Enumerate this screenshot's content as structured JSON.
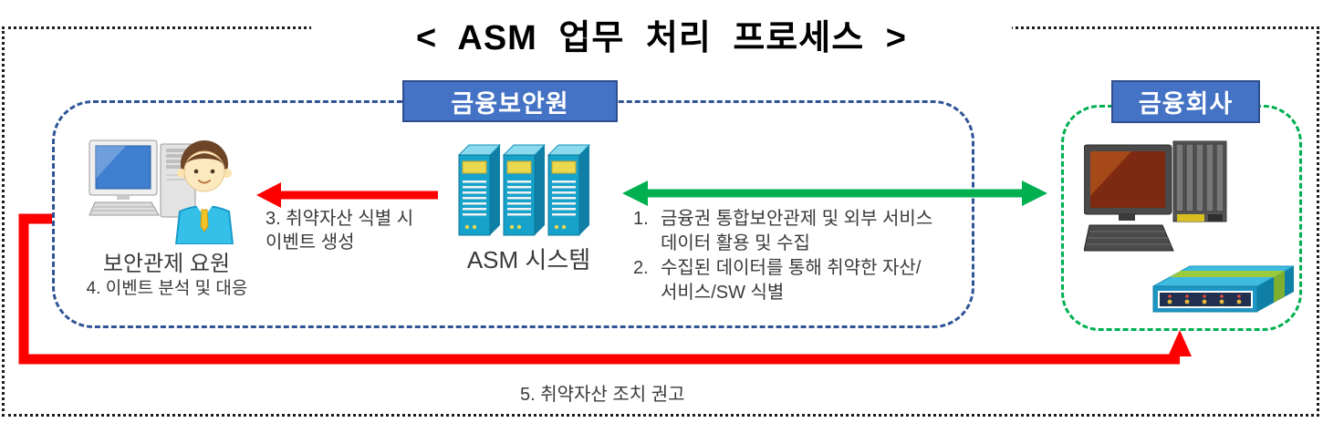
{
  "title": "< ASM 업무 처리 프로세스 >",
  "groups": {
    "fsi": {
      "label": "금융보안원"
    },
    "company": {
      "label": "금융회사"
    }
  },
  "nodes": {
    "analyst": {
      "name": "보안관제 요원",
      "note": "4. 이벤트 분석 및 대응"
    },
    "asm": {
      "name": "ASM 시스템"
    }
  },
  "flows": {
    "event": {
      "line1": "3. 취약자산 식별 시",
      "line2": "이벤트 생성"
    },
    "collect": {
      "items": [
        {
          "num": "1.",
          "line1": "금융권 통합보안관제 및 외부 서비스",
          "line2": "데이터 활용 및 수집"
        },
        {
          "num": "2.",
          "line1": "수집된 데이터를 통해 취약한 자산/",
          "line2": "서비스/SW 식별"
        }
      ]
    },
    "recommend": {
      "label": "5. 취약자산 조치 권고"
    }
  },
  "colors": {
    "label_bg": "#4472C4",
    "fsi_border": "#2F5496",
    "company_border": "#00B050",
    "arrow_green": "#00B050",
    "arrow_red": "#FF0000"
  }
}
